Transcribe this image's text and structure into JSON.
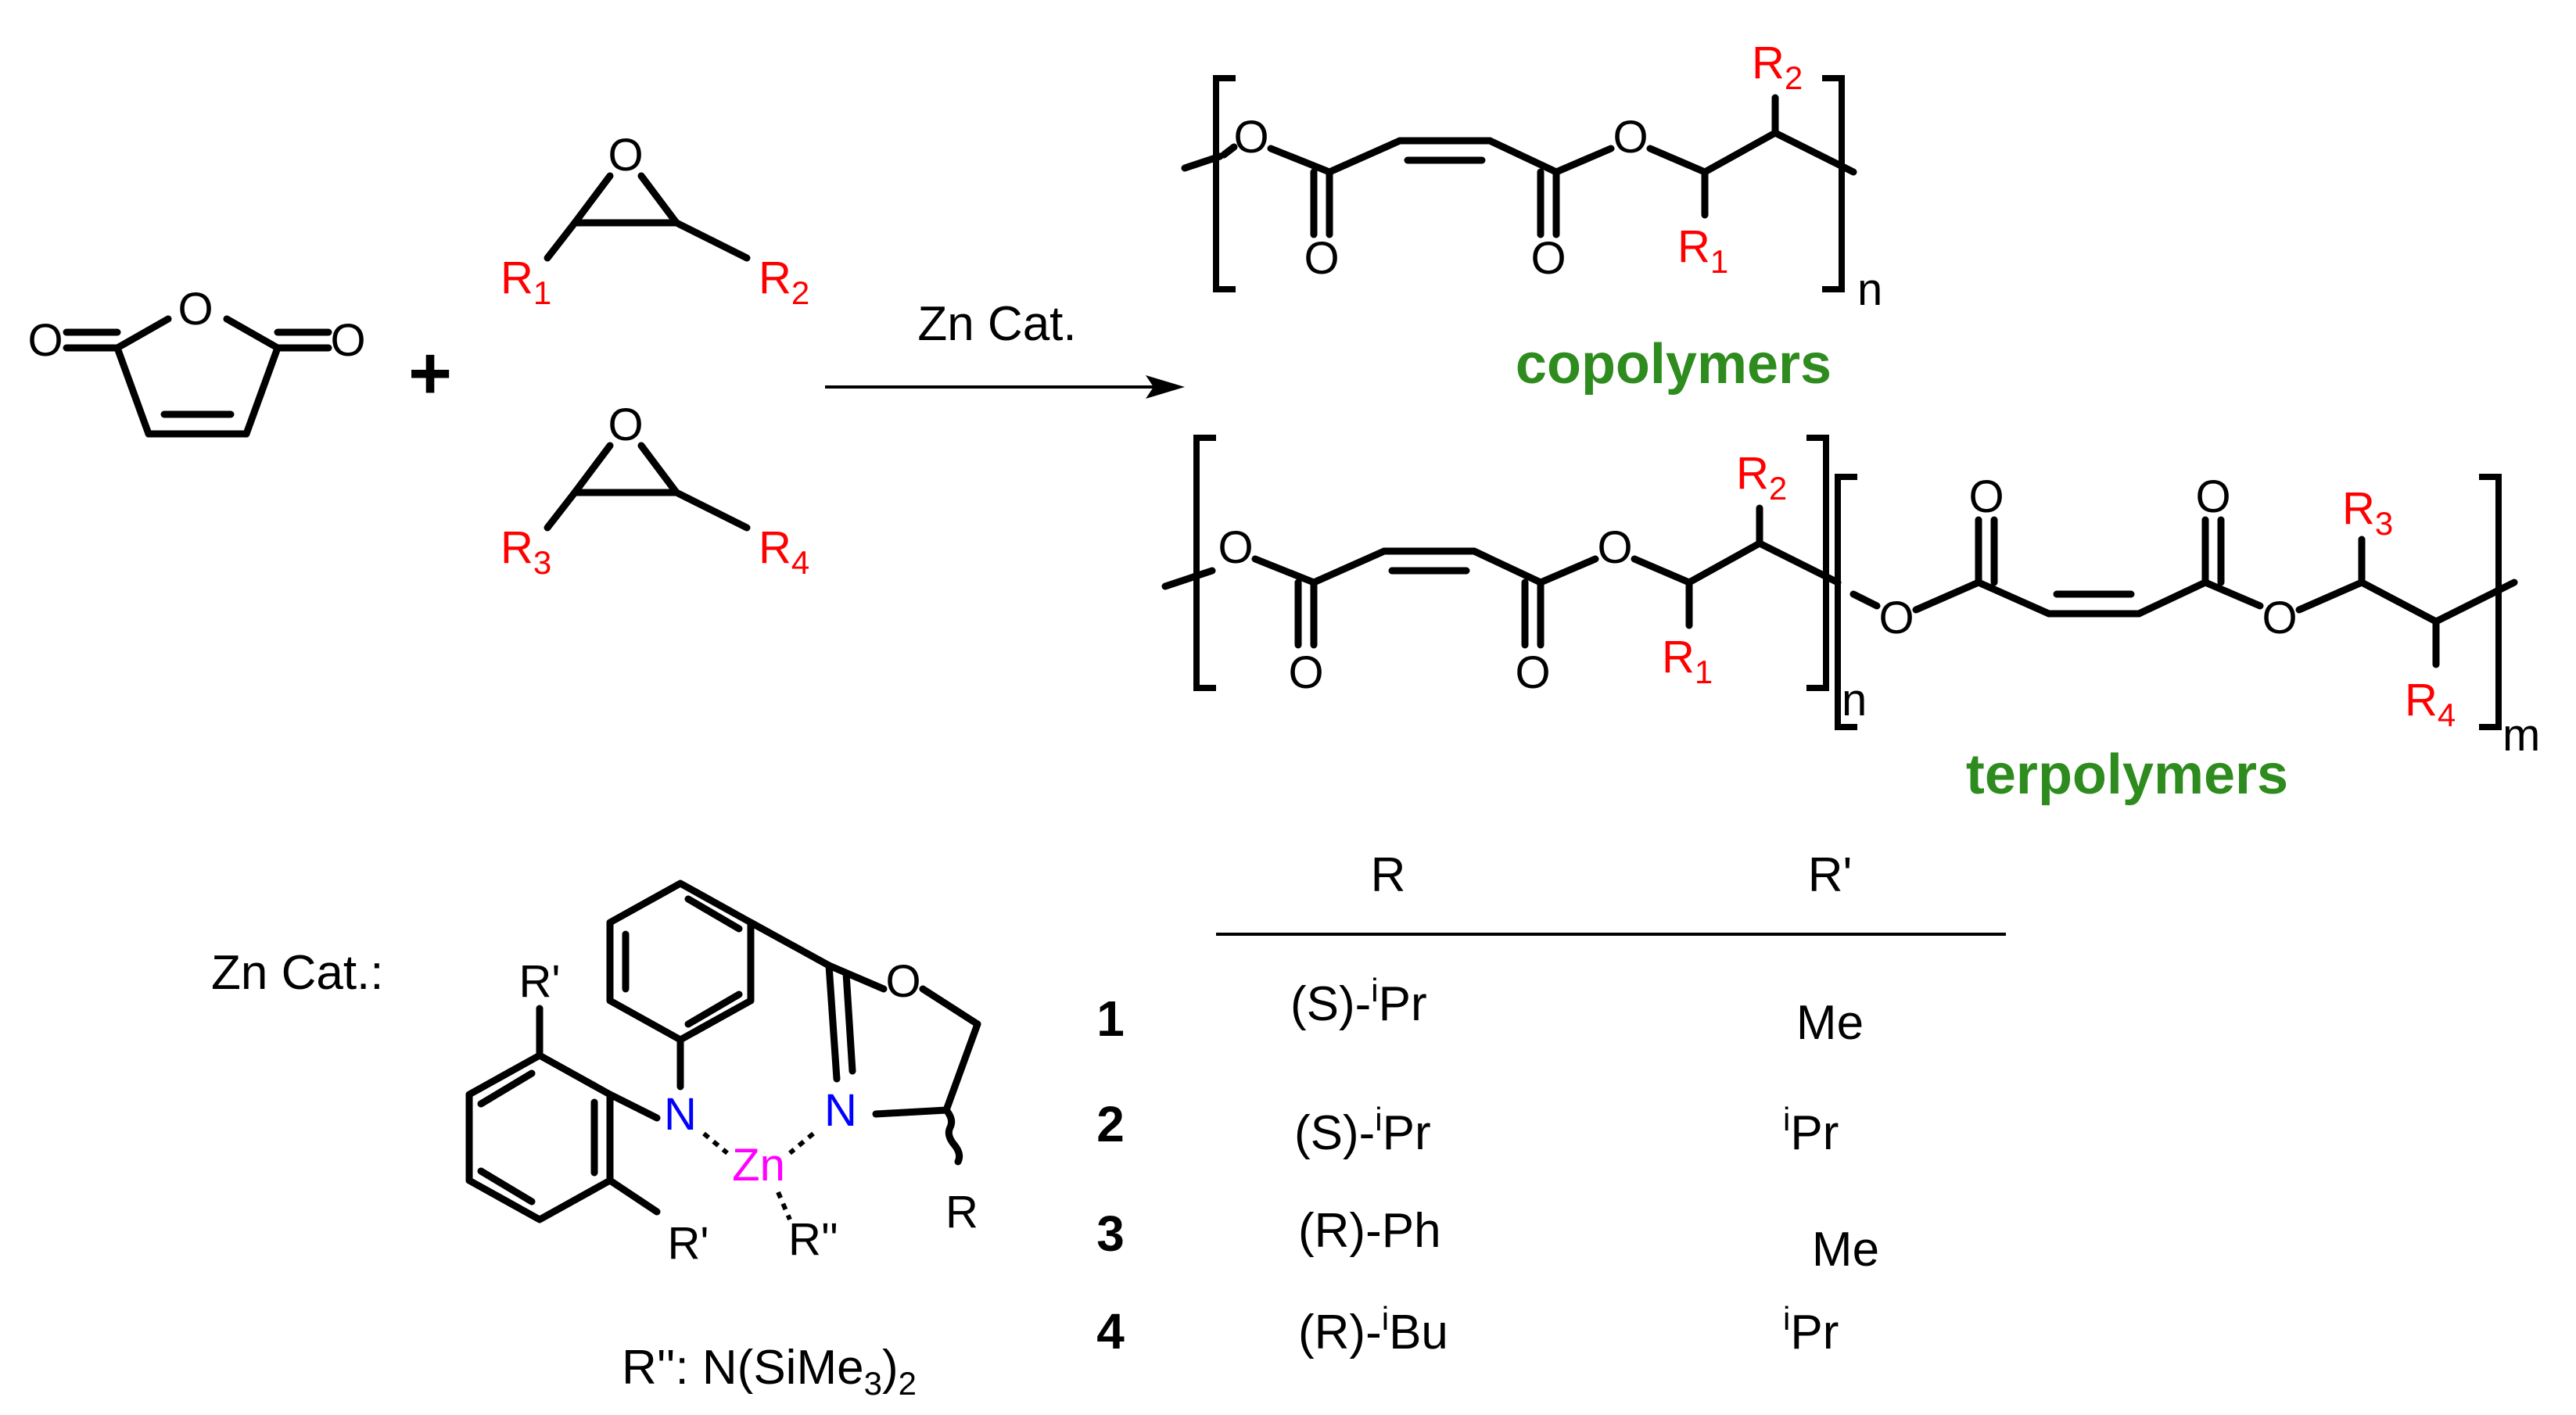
{
  "labels": {
    "zn_cat_arrow": "Zn Cat.",
    "zn_cat_legend": "Zn Cat.:",
    "copolymers": "copolymers",
    "terpolymers": "terpolymers",
    "plus": "+",
    "r_double_prime_def": "R'': N(SiMe",
    "r_double_prime_def_sub": "3",
    "r_double_prime_def_end": ")",
    "r_double_prime_def_sub2": "2",
    "sub_n": "n",
    "sub_m": "m"
  },
  "atoms": {
    "O": "O",
    "N": "N",
    "Zn": "Zn",
    "R": "R",
    "R_prime": "R'",
    "R_double_prime": "R''",
    "R1": "R",
    "R1_sub": "1",
    "R2": "R",
    "R2_sub": "2",
    "R3": "R",
    "R3_sub": "3",
    "R4": "R",
    "R4_sub": "4"
  },
  "table": {
    "headers": [
      "R",
      "R'"
    ],
    "rows": [
      {
        "id": "1",
        "R_pre": "(S)-",
        "R_sup": "i",
        "R_post": "Pr",
        "Rp_sup": "",
        "Rp_post": "Me"
      },
      {
        "id": "2",
        "R_pre": "(S)-",
        "R_sup": "i",
        "R_post": "Pr",
        "Rp_sup": "i",
        "Rp_post": "Pr"
      },
      {
        "id": "3",
        "R_pre": "(R)-Ph",
        "R_sup": "",
        "R_post": "",
        "Rp_sup": "",
        "Rp_post": "Me"
      },
      {
        "id": "4",
        "R_pre": "(R)-",
        "R_sup": "i",
        "R_post": "Bu",
        "Rp_sup": "i",
        "Rp_post": "Pr"
      }
    ]
  },
  "colors": {
    "substituent": "#ff0000",
    "nitrogen": "#0000ff",
    "zinc": "#ff00ff",
    "polymer_label": "#2e8b1e"
  }
}
